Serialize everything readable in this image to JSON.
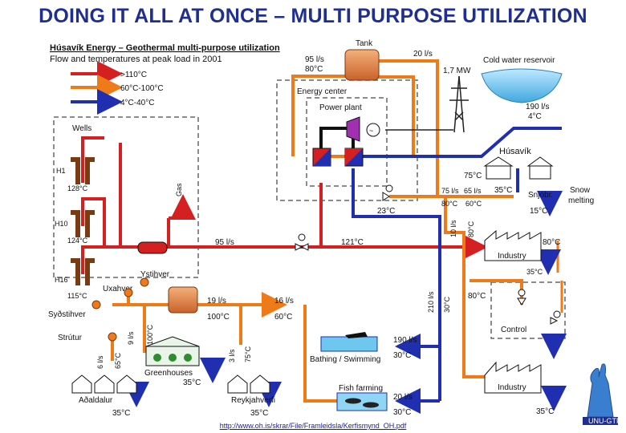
{
  "title": "DOING IT ALL AT ONCE – MULTI PURPOSE UTILIZATION",
  "subtitle": "Húsavík Energy – Geothermal multi-purpose utilization",
  "subtitle2": "Flow and temperatures at peak load in 2001",
  "legend": [
    {
      "label": ">110°C",
      "color": "#d42020"
    },
    {
      "label": "60°C-100°C",
      "color": "#ee7a18"
    },
    {
      "label": "4°C-40°C",
      "color": "#1f2fb0"
    }
  ],
  "labels": {
    "tank": "Tank",
    "tank_flow": "95 l/s",
    "tank_temp": "80°C",
    "tank_out": "20 l/s",
    "power": "1,7 MW",
    "reservoir": "Cold water reservoir",
    "reservoir_flow": "190 l/s",
    "reservoir_temp": "4°C",
    "energy_center": "Energy center",
    "power_plant": "Power plant",
    "wells": "Wells",
    "h1": "H1",
    "h1_temp": "128°C",
    "h10": "H10",
    "h10_temp": "124°C",
    "h16": "H16",
    "h16_temp": "115°C",
    "gas": "Gas",
    "main_flow": "95 l/s",
    "main_temp": "121°C",
    "ec_temp": "23°C",
    "husavik": "Húsavík",
    "hus_75": "75°C",
    "hus_35": "35°C",
    "snjobr": "Snjóbr.",
    "snow_melting": "Snow melting",
    "snow_15": "15°C",
    "f75": "75 l/s",
    "f65": "65 l/s",
    "t80": "80°C",
    "t60": "60°C",
    "f10": "10 l/s",
    "t80v": "80°C",
    "industry1": "Industry",
    "ind1_80": "80°C",
    "ind1_35": "35°C",
    "ystihver": "Ystihver",
    "uxahver": "Uxahver",
    "sydstihver": "Syðstihver",
    "strutur": "Strútur",
    "f19": "19 l/s",
    "t100": "100°C",
    "f16": "16 l/s",
    "t60b": "60°C",
    "f210": "210 l/s",
    "t30v": "30°C",
    "t80b": "80°C",
    "control": "Control",
    "bathing": "Bathing / Swimming",
    "bath_flow": "190 l/s",
    "bath_temp": "30°C",
    "greenhouses": "Greenhouses",
    "gh_9": "9 l/s",
    "gh_100": "100°C",
    "gh_35": "35°C",
    "adaldalur": "Aðaldalur",
    "ad_6": "6 l/s",
    "ad_65": "65°C",
    "ad_35": "35°C",
    "reykjahverfi": "Reykjahverfi",
    "rk_3": "3 l/s",
    "rk_75": "75°C",
    "rk_35": "35°C",
    "fish": "Fish farming",
    "fish_flow": "20 l/s",
    "fish_temp": "30°C",
    "industry2": "Industry",
    "ind2_35": "35°C",
    "logo": "UNU-GTP"
  },
  "footer": "http://www.oh.is/skrar/File/Framleidsla/Kerfismynd_OH.pdf"
}
